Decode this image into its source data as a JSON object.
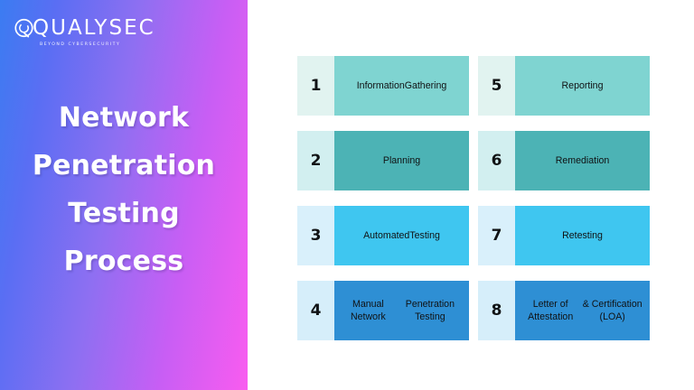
{
  "brand": {
    "logo_word": "QUALYSEC",
    "logo_tagline": "BEYOND CYBERSECURITY",
    "logo_mark_icon": "qualysec-q-logo-icon"
  },
  "headline": {
    "lines": [
      "Network",
      "Penetration",
      "Testing",
      "Process"
    ],
    "full_text": "Network Penetration Testing Process"
  },
  "colors": {
    "gradient_start": "#3b7cf2",
    "gradient_mid": "#8f6ff2",
    "gradient_end": "#f95cf0",
    "page_background": "#ffffff",
    "step_text": "#101214",
    "band_teal_light": "#7fd4d1",
    "band_teal_dark": "#4cb3b5",
    "band_cyan": "#3fc6f0",
    "band_blue": "#2e8fd4",
    "num_mint": "#e1f3f0",
    "num_mint_2": "#d2eff0",
    "num_sky": "#d9f0fb",
    "num_sky_2": "#d6eefa"
  },
  "process": {
    "steps": [
      {
        "number": "1",
        "label_lines": [
          "Information",
          "Gathering"
        ],
        "label": "Information Gathering",
        "band_color": "#7fd4d1",
        "num_color": "#e1f3f0",
        "column": 1
      },
      {
        "number": "2",
        "label_lines": [
          "Planning"
        ],
        "label": "Planning",
        "band_color": "#4cb3b5",
        "num_color": "#d2eff0",
        "column": 1
      },
      {
        "number": "3",
        "label_lines": [
          "Automated",
          "Testing"
        ],
        "label": "Automated Testing",
        "band_color": "#3fc6f0",
        "num_color": "#d9f0fb",
        "column": 1
      },
      {
        "number": "4",
        "label_lines": [
          "Manual Network",
          "Penetration Testing"
        ],
        "label": "Manual Network Penetration Testing",
        "band_color": "#2e8fd4",
        "num_color": "#d6eefa",
        "column": 1
      },
      {
        "number": "5",
        "label_lines": [
          "Reporting"
        ],
        "label": "Reporting",
        "band_color": "#7fd4d1",
        "num_color": "#e1f3f0",
        "column": 2
      },
      {
        "number": "6",
        "label_lines": [
          "Remediation"
        ],
        "label": "Remediation",
        "band_color": "#4cb3b5",
        "num_color": "#d2eff0",
        "column": 2
      },
      {
        "number": "7",
        "label_lines": [
          "Retesting"
        ],
        "label": "Retesting",
        "band_color": "#3fc6f0",
        "num_color": "#d9f0fb",
        "column": 2
      },
      {
        "number": "8",
        "label_lines": [
          "Letter of Attestation",
          "& Certification (LOA)"
        ],
        "label": "Letter of Attestation & Certification (LOA)",
        "band_color": "#2e8fd4",
        "num_color": "#d6eefa",
        "column": 2
      }
    ]
  }
}
